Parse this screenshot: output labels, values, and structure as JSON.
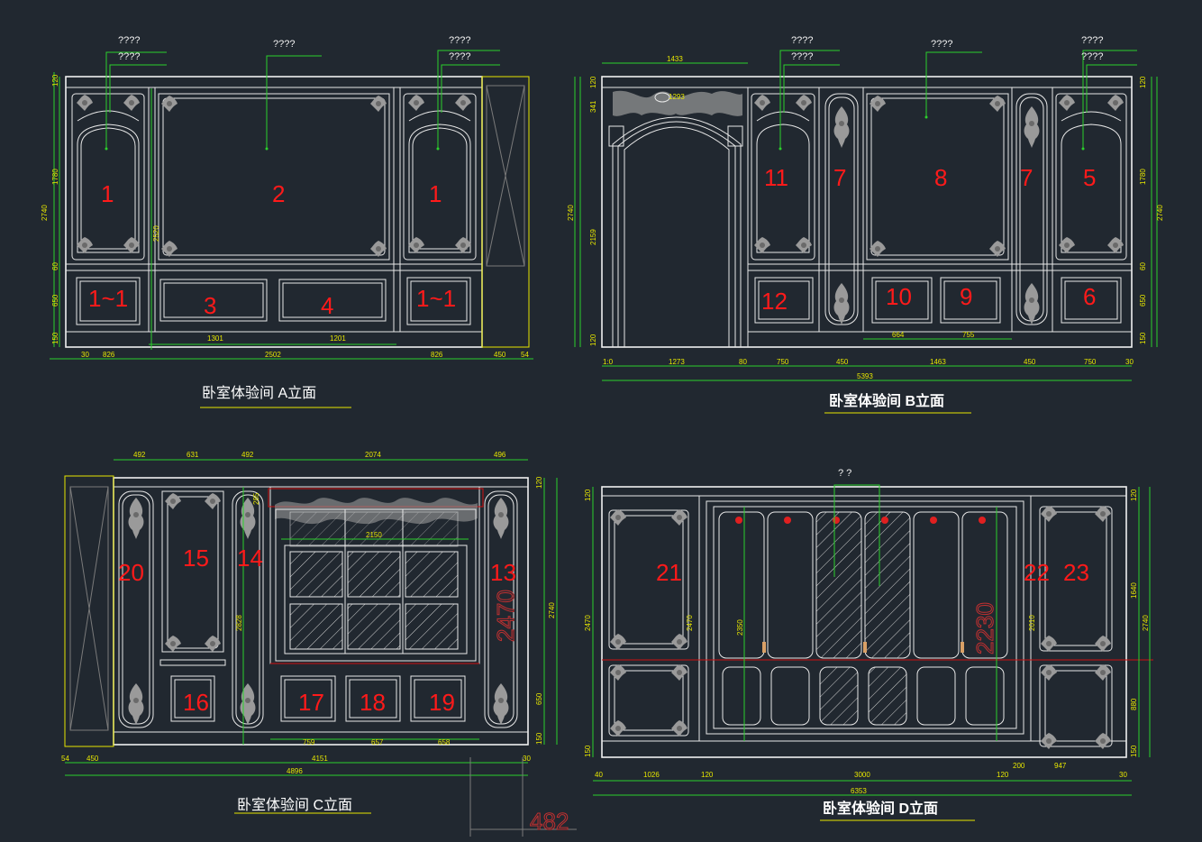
{
  "placeholder_label": "????",
  "door_label": "? ?",
  "elevations": {
    "a": {
      "title": "卧室体验间 A立面",
      "panels": [
        "1",
        "2",
        "1",
        "1~1",
        "3",
        "4",
        "1~1"
      ],
      "dims_bottom": [
        "30",
        "826",
        "2502",
        "826",
        "450",
        "54"
      ],
      "dims_inner": [
        "1301",
        "1201"
      ],
      "dims_left": [
        "120",
        "1780",
        "60",
        "650",
        "150"
      ],
      "dim_total_h": "2740",
      "dim_mid_h": "2520"
    },
    "b": {
      "title": "卧室体验间 B立面",
      "panels": [
        "11",
        "7",
        "8",
        "7",
        "5",
        "12",
        "10",
        "9",
        "6"
      ],
      "dims_top": [
        "1433",
        "1293"
      ],
      "dims_bottom": [
        "1:0",
        "1273",
        "80",
        "750",
        "450",
        "1463",
        "450",
        "750",
        "30"
      ],
      "dims_inner": [
        "664",
        "755"
      ],
      "dim_total": "5393",
      "dims_left": [
        "120",
        "341",
        "2159",
        "120"
      ],
      "dim_total_h": "2740",
      "dims_right": [
        "120",
        "1780",
        "60",
        "650",
        "150"
      ],
      "dim_total_h_right": "2740"
    },
    "c": {
      "title": "卧室体验间 C立面",
      "panels": [
        "20",
        "15",
        "14",
        "13",
        "16",
        "17",
        "18",
        "19"
      ],
      "dims_top": [
        "492",
        "631",
        "492",
        "2074",
        "496"
      ],
      "dims_bottom": [
        "54",
        "450",
        "4151",
        "30"
      ],
      "dims_inner": [
        "759",
        "657",
        "658"
      ],
      "dim_total": "4896",
      "dim_window": "2150",
      "dims_side": [
        "285",
        "2828"
      ],
      "dims_right": [
        "120",
        "2740",
        "650",
        "150"
      ],
      "big_text_vertical": "2470",
      "big_text": "482"
    },
    "d": {
      "title": "卧室体验间 D立面",
      "panels": [
        "21",
        "22",
        "23"
      ],
      "dims_bottom": [
        "40",
        "1026",
        "120",
        "3000",
        "120",
        "200",
        "947",
        "30"
      ],
      "dim_total": "6353",
      "dims_left": [
        "120",
        "2470",
        "150"
      ],
      "dims_inner": [
        "2470",
        "2350",
        "2010"
      ],
      "dims_right": [
        "120",
        "1640",
        "2740",
        "880",
        "150"
      ],
      "big_text_vertical": "2230"
    }
  }
}
